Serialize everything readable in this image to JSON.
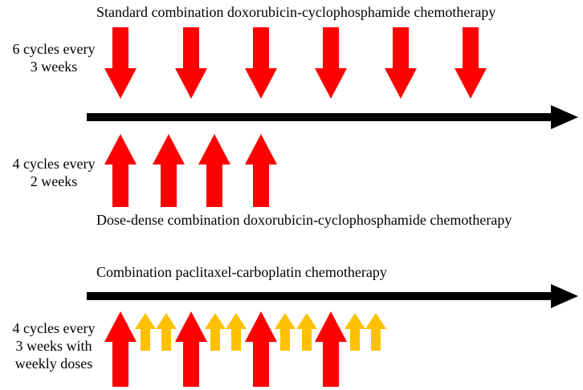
{
  "section1": {
    "title": "Standard combination doxorubicin-cyclophosphamide chemotherapy",
    "label_line1": "6 cycles every",
    "label_line2": "3 weeks",
    "arrow_color": "#ff0000",
    "arrow_count": 6
  },
  "section2": {
    "title": "Dose-dense combination doxorubicin-cyclophosphamide chemotherapy",
    "label_line1": "4 cycles every",
    "label_line2": "2 weeks",
    "arrow_color": "#ff0000",
    "arrow_count": 4
  },
  "section3": {
    "title": "Combination paclitaxel-carboplatin chemotherapy",
    "label_line1": "4 cycles every",
    "label_line2": "3 weeks with",
    "label_line3": "weekly doses",
    "major_arrow_color": "#ff0000",
    "minor_arrow_color": "#ffc000",
    "major_arrow_count": 4,
    "minor_arrow_pairs": 4
  },
  "timeline_color": "#000000"
}
